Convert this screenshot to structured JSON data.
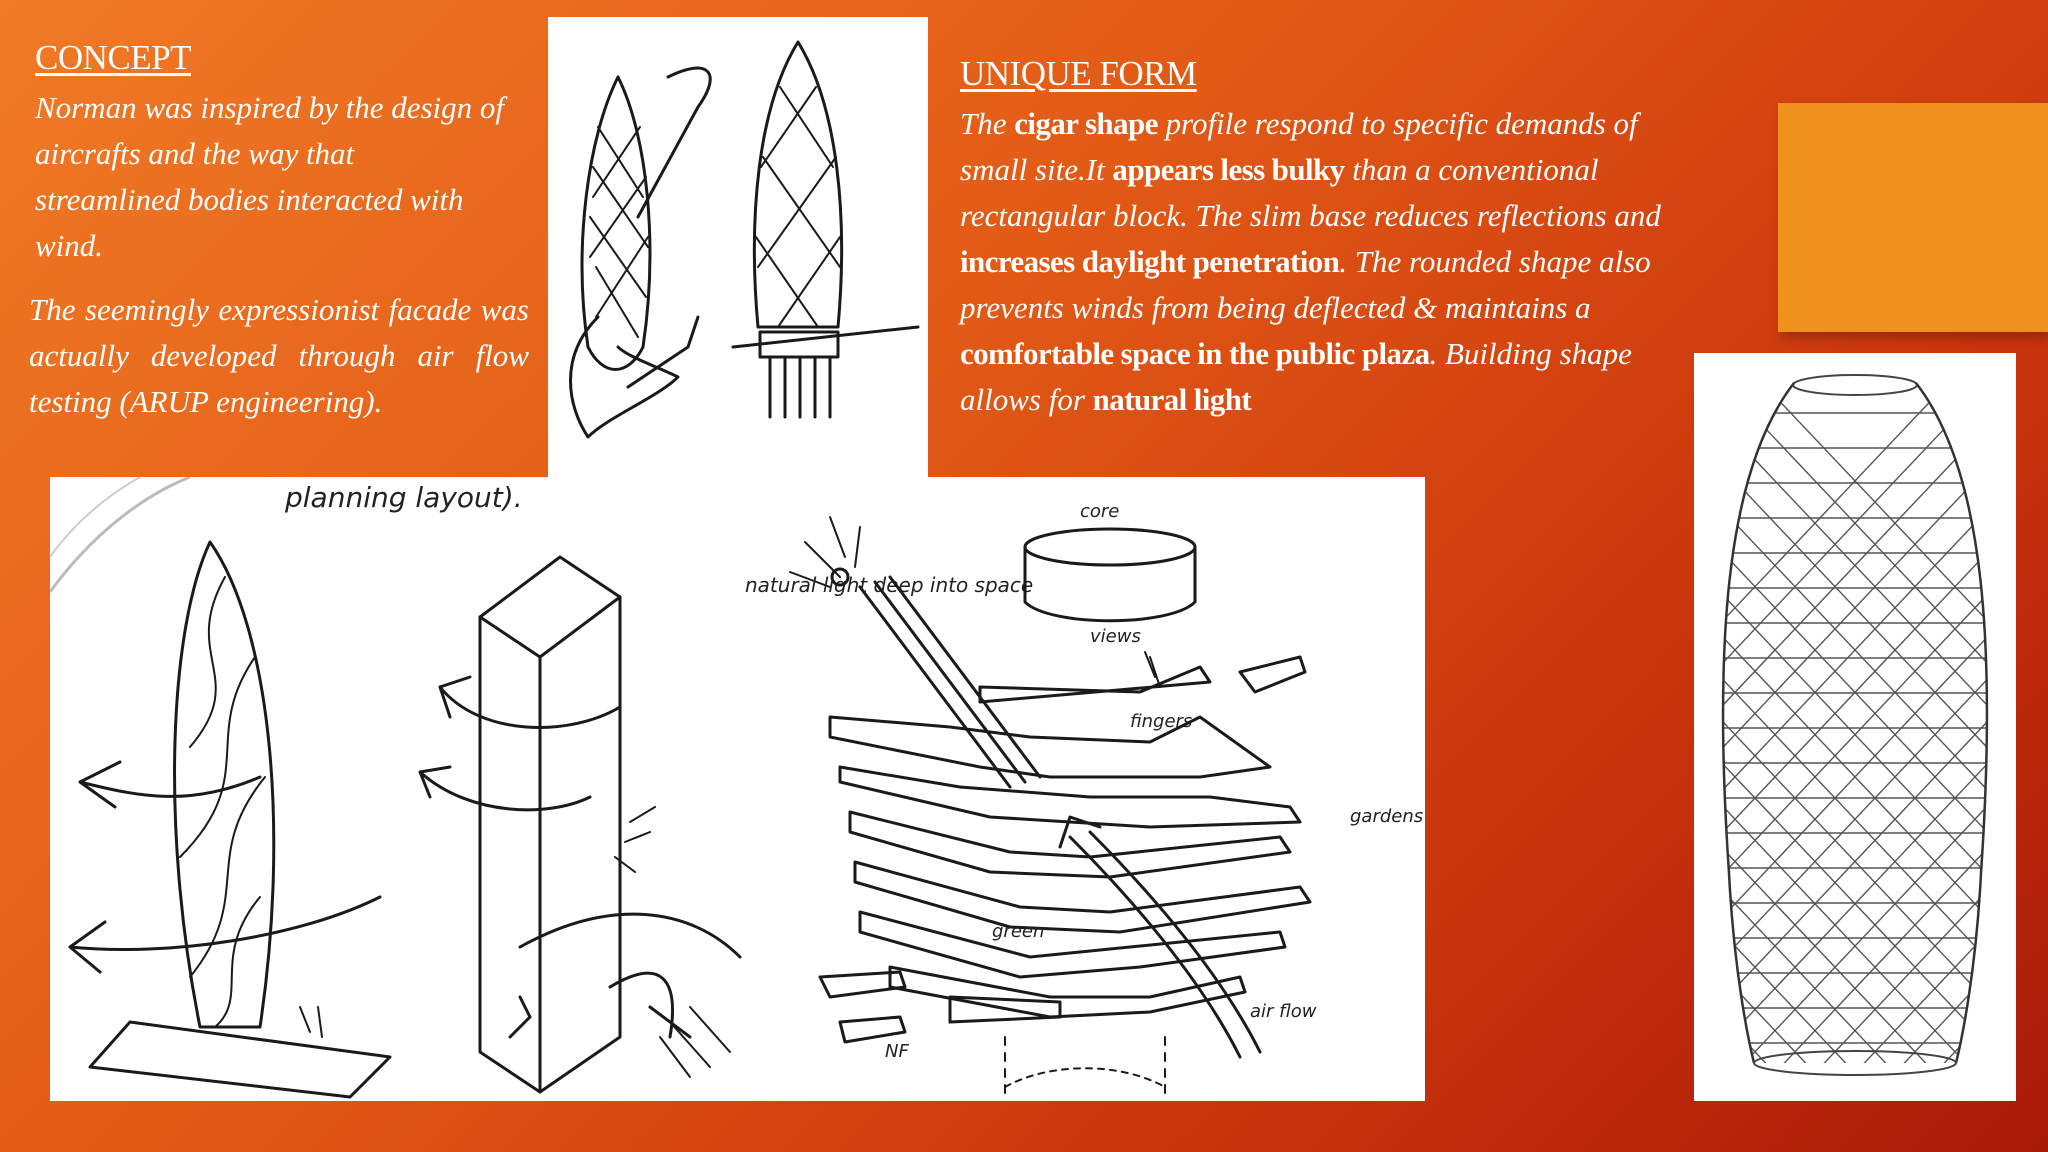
{
  "concept": {
    "heading": "CONCEPT",
    "paragraph1": "Norman was inspired by the design of aircrafts and the way that streamlined bodies interacted with wind.",
    "paragraph2": "The seemingly expressionist  facade was actually developed  through air flow testing (ARUP engineering)."
  },
  "unique_form": {
    "heading": "UNIQUE FORM",
    "segments": [
      {
        "text": "The ",
        "bold": false
      },
      {
        "text": "cigar shape",
        "bold": true
      },
      {
        "text": " profile respond to specific demands of small site.It ",
        "bold": false
      },
      {
        "text": "appears less bulky",
        "bold": true
      },
      {
        "text": " than a conventional  rectangular block. The slim base reduces reflections and  ",
        "bold": false
      },
      {
        "text": "increases daylight penetration",
        "bold": true
      },
      {
        "text": ".  The rounded shape also prevents winds from being deflected & maintains a ",
        "bold": false
      },
      {
        "text": "comfortable  space in the public plaza",
        "bold": true
      },
      {
        "text": ".  Building shape allows for ",
        "bold": false
      },
      {
        "text": "natural light",
        "bold": true
      }
    ]
  },
  "sketch_labels": {
    "planning": "planning layout).",
    "core": "core",
    "views": "views",
    "natural_light": "natural light deep into space",
    "fingers": "fingers",
    "gardens": "gardens",
    "green": "green",
    "air_flow": "air flow",
    "nf": "NF"
  },
  "colors": {
    "accent_box": "#f0911e",
    "background_start": "#f07a26",
    "background_end": "#a81a08"
  }
}
